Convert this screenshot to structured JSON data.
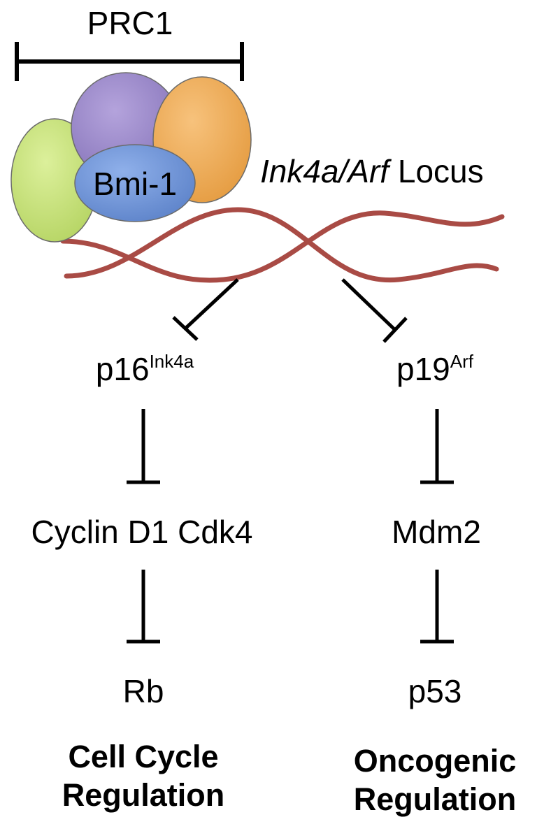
{
  "complex": {
    "label": "PRC1",
    "subunit_label": "Bmi-1",
    "colors": {
      "green": "#C5E07A",
      "purple": "#9A86C8",
      "orange": "#EFA955",
      "blue": "#6E93D6"
    }
  },
  "locus": {
    "name_italic": "Ink4a/Arf",
    "name_suffix": "Locus",
    "dna_color": "#A94B45"
  },
  "left_pathway": {
    "gene": "p16",
    "gene_sup": "Ink4a",
    "target": "Cyclin D1 Cdk4",
    "end": "Rb",
    "outcome_line1": "Cell Cycle",
    "outcome_line2": "Regulation"
  },
  "right_pathway": {
    "gene": "p19",
    "gene_sup": "Arf",
    "target": "Mdm2",
    "end": "p53",
    "outcome_line1": "Oncogenic",
    "outcome_line2": "Regulation"
  }
}
